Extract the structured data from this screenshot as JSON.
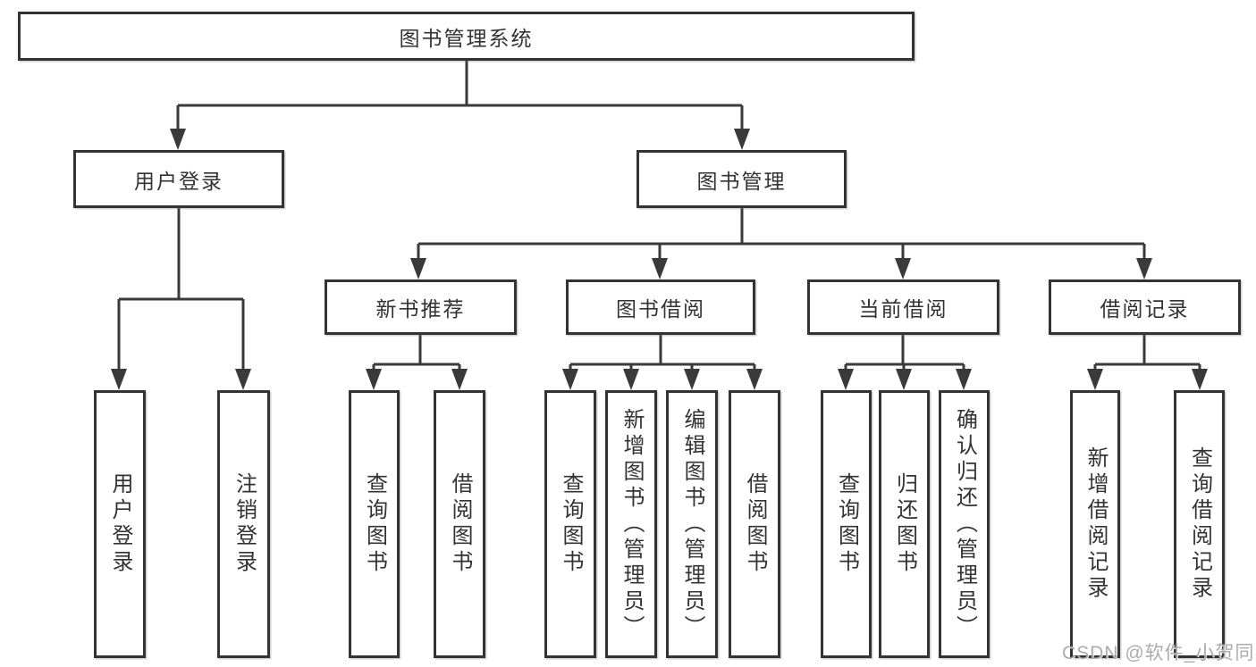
{
  "tree": {
    "root": {
      "label": "图书管理系统"
    },
    "branches": [
      {
        "label": "用户登录",
        "children": [
          {
            "label": "用户登录"
          },
          {
            "label": "注销登录"
          }
        ]
      },
      {
        "label": "图书管理",
        "children": [
          {
            "label": "新书推荐",
            "children": [
              {
                "label": "查询图书"
              },
              {
                "label": "借阅图书"
              }
            ]
          },
          {
            "label": "图书借阅",
            "children": [
              {
                "label": "查询图书"
              },
              {
                "label": "新增图书（管理员）"
              },
              {
                "label": "编辑图书（管理员）"
              },
              {
                "label": "借阅图书"
              }
            ]
          },
          {
            "label": "当前借阅",
            "children": [
              {
                "label": "查询图书"
              },
              {
                "label": "归还图书"
              },
              {
                "label": "确认归还（管理员）"
              }
            ]
          },
          {
            "label": "借阅记录",
            "children": [
              {
                "label": "新增借阅记录"
              },
              {
                "label": "查询借阅记录"
              }
            ]
          }
        ]
      }
    ]
  },
  "watermark": {
    "text": "CSDN @软件_小贺同学"
  },
  "colors": {
    "line": "#3a3a3a",
    "box_border": "#333333",
    "text": "#333333",
    "background": "#ffffff",
    "watermark": "#a8a8a8"
  }
}
